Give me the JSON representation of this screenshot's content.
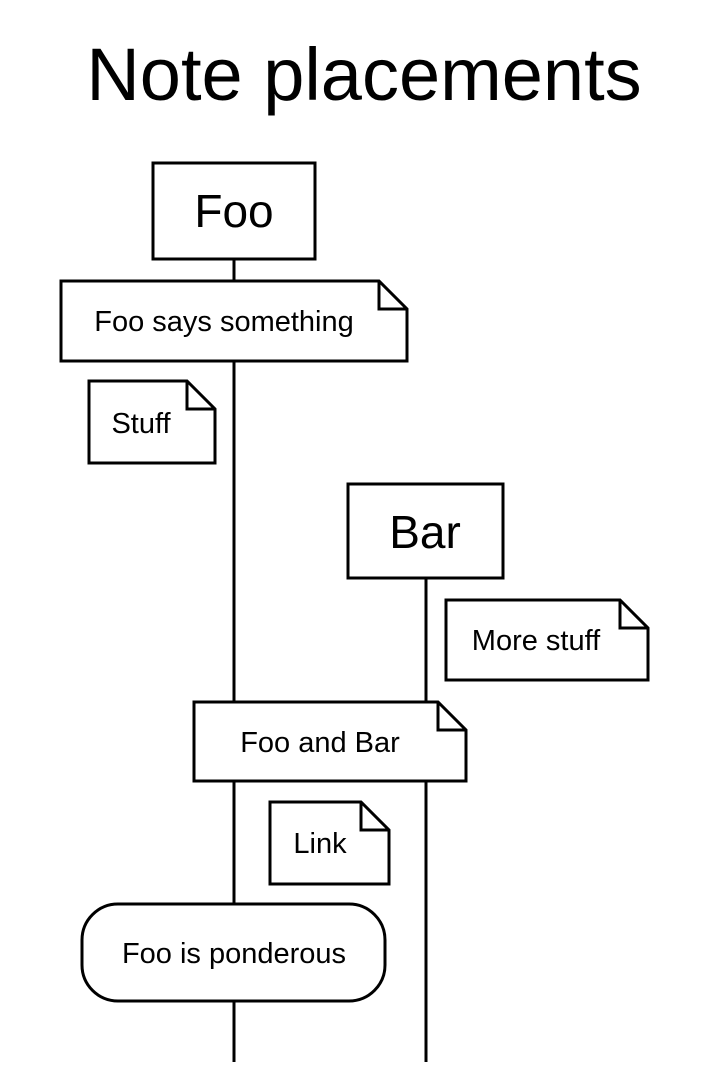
{
  "title": "Note placements",
  "actors": {
    "foo": {
      "label": "Foo"
    },
    "bar": {
      "label": "Bar"
    }
  },
  "notes": [
    {
      "id": "note-foo-says-something",
      "text": "Foo says something",
      "placement": "over Foo",
      "shape": "note"
    },
    {
      "id": "note-stuff",
      "text": "Stuff",
      "placement": "left of Foo",
      "shape": "note"
    },
    {
      "id": "note-more-stuff",
      "text": "More stuff",
      "placement": "right of Bar",
      "shape": "note"
    },
    {
      "id": "note-foo-and-bar",
      "text": "Foo and Bar",
      "placement": "over Foo, Bar",
      "shape": "note"
    },
    {
      "id": "note-link",
      "text": "Link",
      "placement": "between Foo and Bar",
      "shape": "note"
    },
    {
      "id": "note-foo-is-ponderous",
      "text": "Foo is ponderous",
      "placement": "over Foo",
      "shape": "rounded"
    }
  ],
  "colors": {
    "stroke": "#000000",
    "fill": "#ffffff",
    "text": "#000000"
  }
}
